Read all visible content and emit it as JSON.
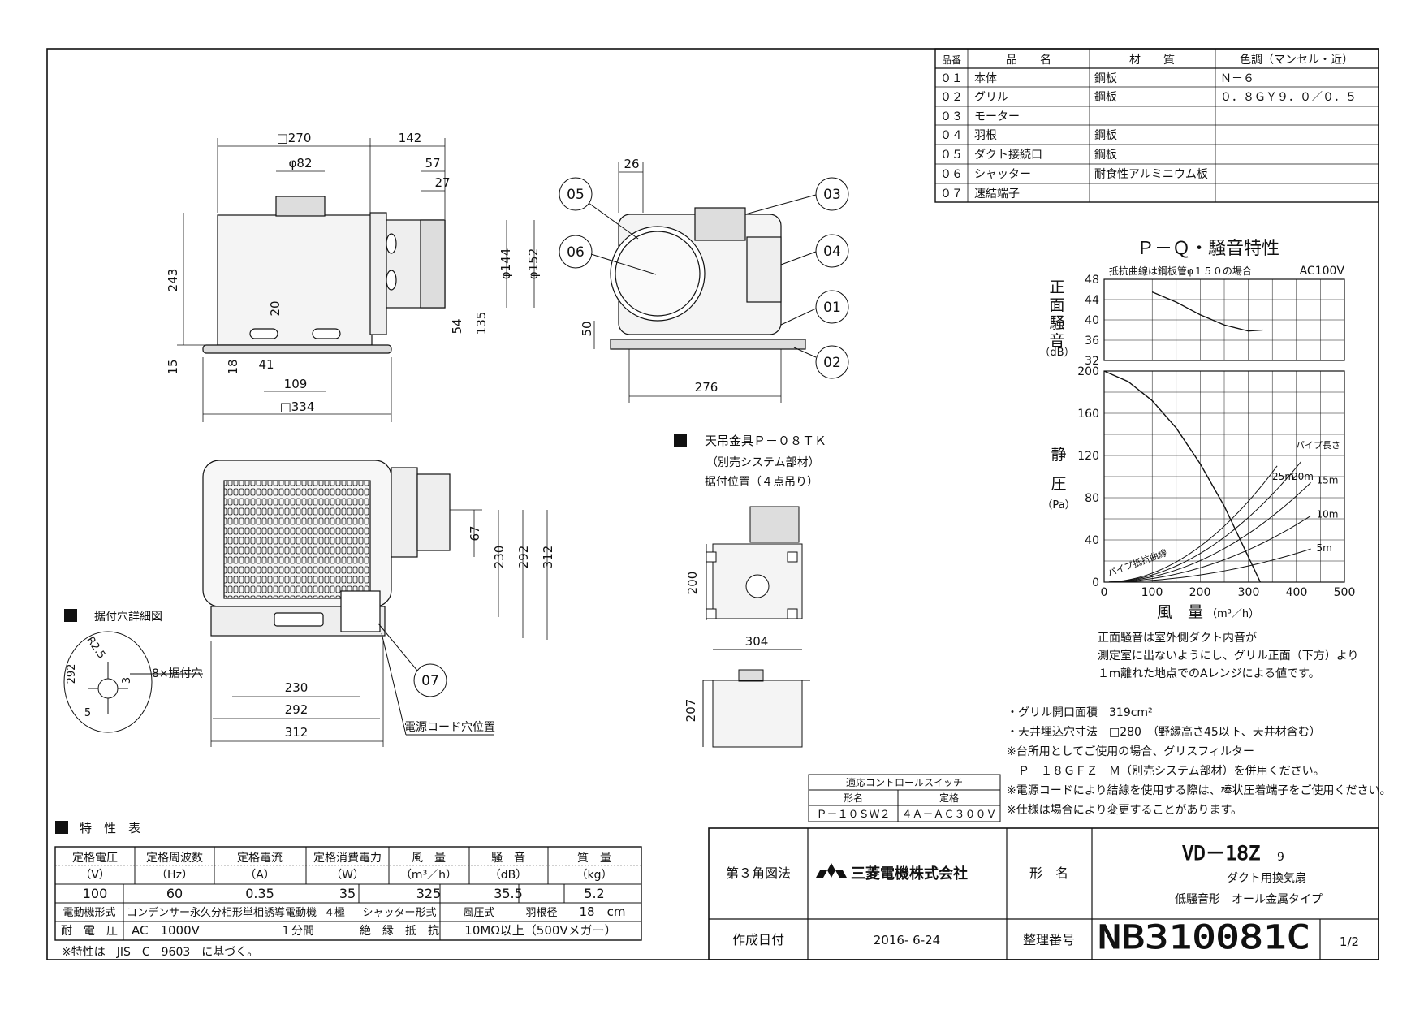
{
  "parts_table": {
    "headers": [
      "品番",
      "品　　名",
      "材　　質",
      "色調（マンセル・近）"
    ],
    "rows": [
      [
        "０１",
        "本体",
        "鋼板",
        "Ｎ－６"
      ],
      [
        "０２",
        "グリル",
        "鋼板",
        "０．８ＧＹ９．０／０．５"
      ],
      [
        "０３",
        "モーター",
        "",
        ""
      ],
      [
        "０４",
        "羽根",
        "鋼板",
        ""
      ],
      [
        "０５",
        "ダクト接続口",
        "鋼板",
        ""
      ],
      [
        "０６",
        "シャッター",
        "耐食性アルミニウム板",
        ""
      ],
      [
        "０７",
        "速結端子",
        "",
        ""
      ]
    ]
  },
  "front_view": {
    "dims": [
      "□270",
      "142",
      "φ82",
      "57",
      "27",
      "243",
      "20",
      "54",
      "135",
      "φ144",
      "φ152",
      "15",
      "18",
      "41",
      "109",
      "□334"
    ]
  },
  "side_view": {
    "dims": [
      "26",
      "50",
      "276"
    ],
    "callouts": [
      "05",
      "06",
      "03",
      "04",
      "01",
      "02"
    ]
  },
  "bottom_view": {
    "dims": [
      "67",
      "230",
      "292",
      "312",
      "230",
      "292",
      "312"
    ],
    "callout": "07",
    "cord_label": "電源コード穴位置"
  },
  "detail": {
    "title": "据付穴詳細図",
    "dims": [
      "292",
      "R2.5",
      "3",
      "5"
    ],
    "hole_label": "8×据付穴"
  },
  "hanger": {
    "title": "天吊金具Ｐ－０８ＴＫ",
    "line2": "（別売システム部材）",
    "line3": "据付位置（４点吊り）",
    "dims": [
      "200",
      "304",
      "207"
    ]
  },
  "chart_data": {
    "type": "line",
    "title": "Ｐ－Ｑ・騒音特性",
    "noise_panel": {
      "ylabel": [
        "正",
        "面",
        "騒",
        "音"
      ],
      "yunit": "（dB）",
      "note": "抵抗曲線は鋼板管φ１５０の場合",
      "voltage": "AC100V",
      "ylim": [
        32,
        48
      ],
      "yticks": [
        "48",
        "44",
        "40",
        "36",
        "32"
      ],
      "series": [
        {
          "x": [
            100,
            150,
            200,
            250,
            300,
            330
          ],
          "y": [
            45.5,
            43.5,
            41,
            39,
            37.8,
            38
          ]
        }
      ]
    },
    "pressure_panel": {
      "ylabel": [
        "静",
        "圧"
      ],
      "yunit": "（Pa）",
      "ylim": [
        0,
        200
      ],
      "yticks": [
        "200",
        "160",
        "120",
        "80",
        "40",
        "0"
      ],
      "xlim": [
        0,
        500
      ],
      "xticks": [
        "0",
        "100",
        "200",
        "300",
        "400",
        "500"
      ],
      "xlabel": "風　量",
      "xunit": "（m³／h）",
      "pq_curve": {
        "x": [
          0,
          50,
          100,
          150,
          200,
          250,
          300,
          325
        ],
        "y": [
          200,
          190,
          172,
          146,
          112,
          72,
          24,
          0
        ]
      },
      "pipe_title": "パイプ長さ",
      "pipe_label": "パイプ抵抗曲線",
      "pipe_curves": [
        {
          "name": "25m",
          "k": 0.00085
        },
        {
          "name": "20m",
          "k": 0.00068
        },
        {
          "name": "15m",
          "k": 0.00051
        },
        {
          "name": "10m",
          "k": 0.00034
        },
        {
          "name": "5m",
          "k": 0.00017
        }
      ]
    },
    "footnote": [
      "正面騒音は室外側ダクト内音が",
      "測定室に出ないようにし、グリル正面（下方）より",
      "１ｍ離れた地点でのAレンジによる値です。"
    ]
  },
  "notes": [
    "・グリル開口面積　319cm²",
    "・天井埋込穴寸法　□280　（野縁高さ45以下、天井材含む）",
    "※台所用としてご使用の場合、グリスフィルター",
    "　Ｐ－１８ＧＦＺ－Ｍ（別売システム部材）を併用ください。",
    "※電源コードにより結線を使用する際は、棒状圧着端子をご使用ください。",
    "※仕様は場合により変更することがあります。"
  ],
  "switch_table": {
    "title": "適応コントロールスイッチ",
    "headers": [
      "形名",
      "定格"
    ],
    "row": [
      "Ｐ－１０ＳＷ２",
      "４Ａ－ＡＣ３００Ｖ"
    ]
  },
  "spec": {
    "section_title": "特　性　表",
    "headers": [
      [
        "定格電圧",
        "（V）"
      ],
      [
        "定格周波数",
        "（Hz）"
      ],
      [
        "定格電流",
        "（A）"
      ],
      [
        "定格消費電力",
        "（W）"
      ],
      [
        "風　量",
        "（m³／h）"
      ],
      [
        "騒　音",
        "（dB）"
      ],
      [
        "質　量",
        "（kg）"
      ]
    ],
    "values": [
      "100",
      "60",
      "0.35",
      "35",
      "325",
      "35.5",
      "5.2"
    ],
    "row3": [
      "電動機形式",
      "コンデンサー永久分相形単相誘導電動機",
      "４極",
      "シャッター形式",
      "風圧式",
      "羽根径",
      "18　cm"
    ],
    "row4": [
      "耐　電　圧",
      "AC　1000V",
      "１分間",
      "絶　縁　抵　抗",
      "10MΩ以上（500Vメガー）"
    ],
    "footnote": "※特性は　JIS　C　9603　に基づく。"
  },
  "title_block": {
    "projection": "第３角図法",
    "company": "三菱電機株式会社",
    "model_label": "形　名",
    "model": "VD－18Z",
    "model_sub": "9",
    "desc1": "ダクト用換気扇",
    "desc2": "低騒音形　オール金属タイプ",
    "date_label": "作成日付",
    "date": "2016- 6-24",
    "number_label": "整理番号",
    "number": "NB310081C",
    "page": "1/2"
  }
}
